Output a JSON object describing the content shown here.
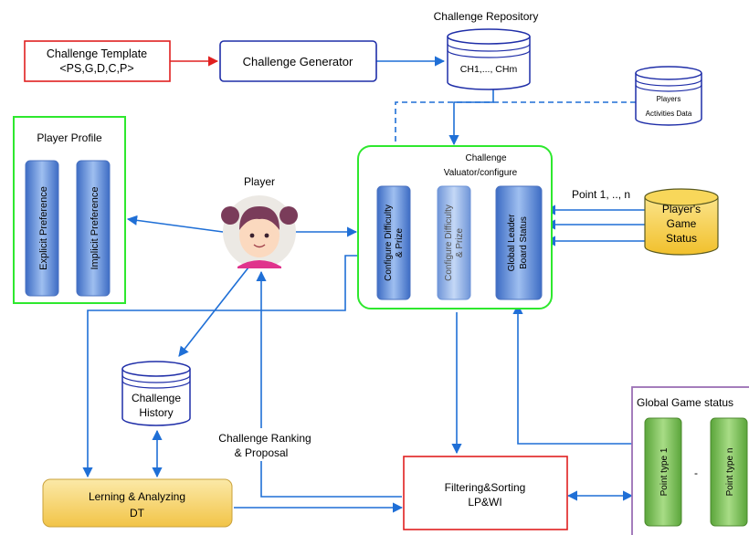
{
  "title": "",
  "nodes": {
    "challenge_template": {
      "line1": "Challenge Template",
      "line2": "<PS,G,D,C,P>"
    },
    "challenge_generator": {
      "label": "Challenge Generator"
    },
    "challenge_repository": {
      "title": "Challenge Repository",
      "content": "CH1,..., CHm"
    },
    "players_activities": {
      "line1": "Players",
      "line2": "Activities Data"
    },
    "player_profile": {
      "title": "Player Profile",
      "explicit": "Explicit Preference",
      "implicit": "Implicit Preference"
    },
    "player": {
      "label": "Player"
    },
    "valuator": {
      "line1": "Challenge",
      "line2": "Valuator/configure",
      "col1": [
        "Configure Difficulty",
        "& Prize"
      ],
      "col2": [
        "Configure Difficulty",
        "& Prize"
      ],
      "col3": [
        "Global Leader",
        "Board Status"
      ]
    },
    "points_label": "Point 1, .., n",
    "players_game_status": {
      "line1": "Player's",
      "line2": "Game",
      "line3": "Status"
    },
    "challenge_history": {
      "line1": "Challenge",
      "line2": "History"
    },
    "challenge_ranking": {
      "line1": "Challenge Ranking",
      "line2": "& Proposal"
    },
    "learning": {
      "line1": "Lerning & Analyzing",
      "line2": "DT"
    },
    "filtering": {
      "line1": "Filtering&Sorting",
      "line2": "LP&WI"
    },
    "global_game_status": {
      "title": "Global Game status",
      "point1": "Point type 1",
      "pointn": "Point type n",
      "dash": "-"
    }
  },
  "colors": {
    "arrow": "#1f6fd6",
    "green_border": "#2ee82e",
    "red_border": "#e02020",
    "navy": "#1f2ea8",
    "purple": "#9b6fb5",
    "blue_fill": "#5f8bd6",
    "green_fill": "#72b84a",
    "yellow_fill": "#f5cc3a"
  }
}
